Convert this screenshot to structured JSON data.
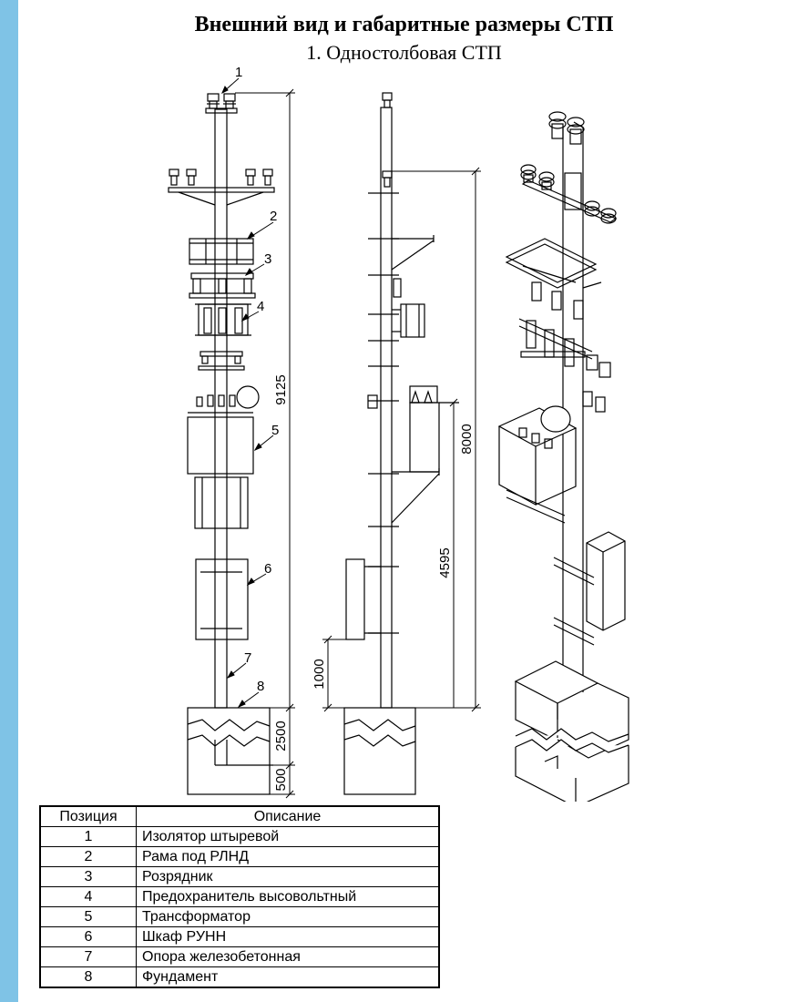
{
  "title": "Внешний вид и габаритные размеры СТП",
  "subtitle": "1. Одностолбовая СТП",
  "colors": {
    "sidebar": "#7fc3e6",
    "line": "#000000"
  },
  "callouts": [
    "1",
    "2",
    "3",
    "4",
    "5",
    "6",
    "7",
    "8"
  ],
  "dimensions": {
    "total_height": "9125",
    "transformer_height": "8000",
    "cabinet_height": "4595",
    "cabinet_bottom": "1000",
    "foundation_depth": "2500",
    "base": "500"
  },
  "legend": {
    "headers": {
      "position": "Позиция",
      "description": "Описание"
    },
    "rows": [
      {
        "pos": "1",
        "desc": "Изолятор штыревой"
      },
      {
        "pos": "2",
        "desc": "Рама под РЛНД"
      },
      {
        "pos": "3",
        "desc": "Розрядник"
      },
      {
        "pos": "4",
        "desc": "Предохранитель высовольтный"
      },
      {
        "pos": "5",
        "desc": "Трансформатор"
      },
      {
        "pos": "6",
        "desc": "Шкаф РУНН"
      },
      {
        "pos": "7",
        "desc": "Опора железобетонная"
      },
      {
        "pos": "8",
        "desc": "Фундамент"
      }
    ]
  }
}
